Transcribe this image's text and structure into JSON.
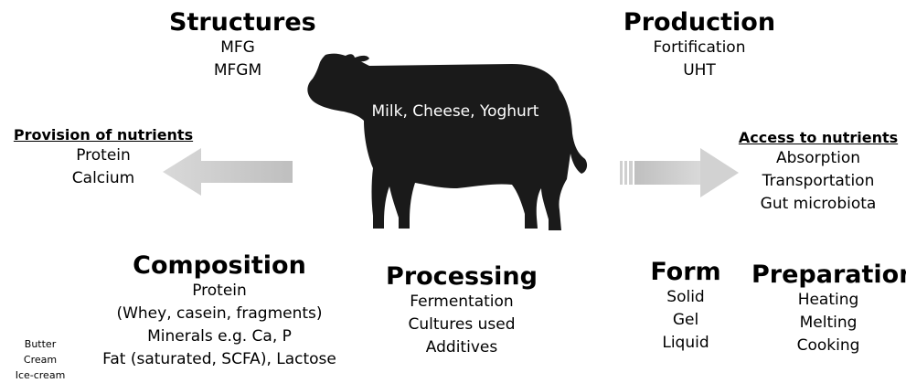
{
  "structures": {
    "title": "Structures",
    "items": [
      "MFG",
      "MFGM"
    ]
  },
  "production": {
    "title": "Production",
    "items": [
      "Fortification",
      "UHT"
    ]
  },
  "cow": {
    "label": "Milk, Cheese, Yoghurt",
    "color": "#1a1a1a"
  },
  "provision": {
    "title": "Provision of nutrients",
    "items": [
      "Protein",
      "Calcium"
    ]
  },
  "access": {
    "title": "Access to nutrients",
    "items": [
      "Absorption",
      "Transportation",
      "Gut microbiota"
    ]
  },
  "composition": {
    "title": "Composition",
    "items": [
      "Protein",
      "(Whey, casein, fragments)",
      "Minerals e.g. Ca, P",
      "Fat (saturated, SCFA), Lactose"
    ]
  },
  "processing": {
    "title": "Processing",
    "items": [
      "Fermentation",
      "Cultures used",
      "Additives"
    ]
  },
  "form": {
    "title": "Form",
    "items": [
      "Solid",
      "Gel",
      "Liquid"
    ]
  },
  "preparation": {
    "title": "Preparation",
    "items": [
      "Heating",
      "Melting",
      "Cooking"
    ]
  },
  "dairy_products": {
    "items": [
      "Butter",
      "Cream",
      "Ice-cream"
    ]
  },
  "arrows": {
    "color": "#d4d4d4"
  }
}
